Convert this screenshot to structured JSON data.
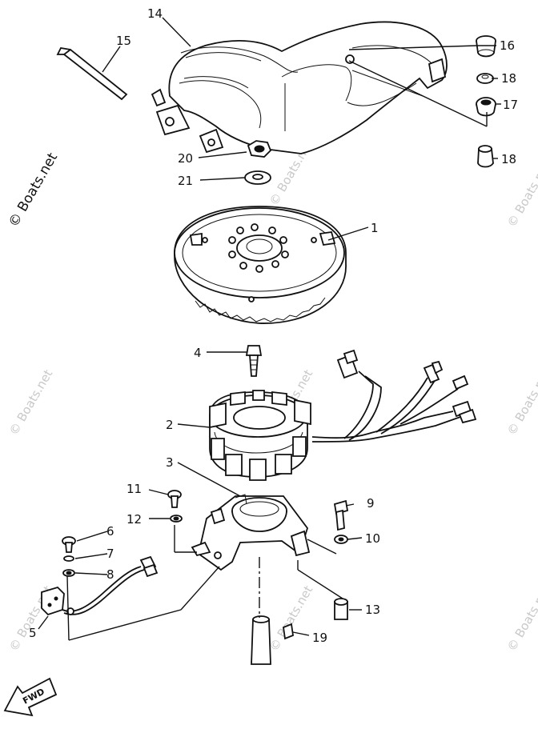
{
  "watermarks": {
    "brand_text": "© Boats.net"
  },
  "callouts": {
    "p1": "1",
    "p2": "2",
    "p3": "3",
    "p4": "4",
    "p5": "5",
    "p6": "6",
    "p7": "7",
    "p8": "8",
    "p9": "9",
    "p10": "10",
    "p11": "11",
    "p12": "12",
    "p13": "13",
    "p14": "14",
    "p15": "15",
    "p16": "16",
    "p17": "17",
    "p18a": "18",
    "p18b": "18",
    "p19": "19",
    "p20": "20",
    "p21": "21"
  },
  "direction_badge": "FWD"
}
